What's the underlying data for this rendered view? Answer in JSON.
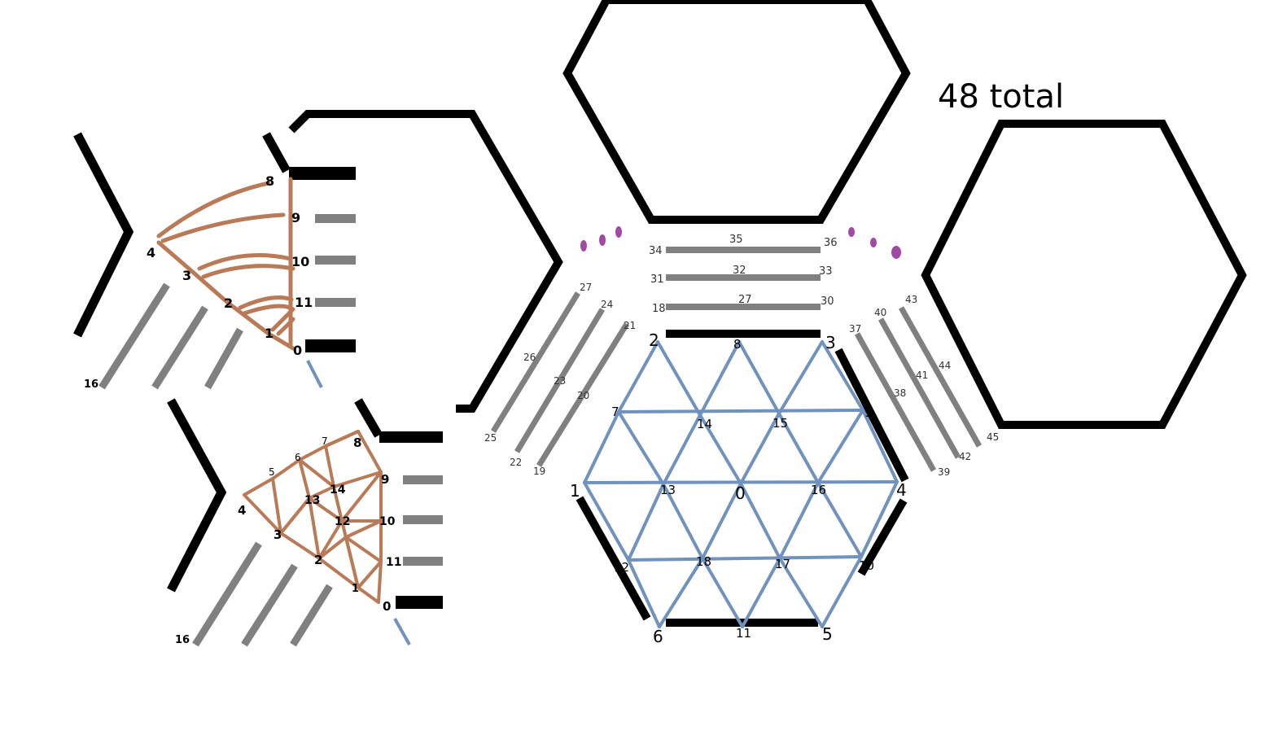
{
  "annotation": {
    "total_text": "48 total"
  },
  "colors": {
    "hex_outline": "#000000",
    "bar_gray": "#808080",
    "blue_line": "#7092be",
    "brown_line": "#b97a57",
    "purple_dot": "#a349a4"
  },
  "sketch_top": {
    "labels": [
      "8",
      "9",
      "4",
      "3",
      "10",
      "2",
      "11",
      "1",
      "0",
      "16"
    ]
  },
  "sketch_bottom": {
    "labels": [
      "7",
      "8",
      "6",
      "5",
      "9",
      "13",
      "14",
      "4",
      "3",
      "12",
      "10",
      "2",
      "11",
      "1",
      "0",
      "16"
    ]
  },
  "main_hex": {
    "vertex_labels": [
      "2",
      "3",
      "1",
      "4",
      "6",
      "5"
    ],
    "node_labels": [
      "8",
      "7",
      "14",
      "15",
      "9",
      "13",
      "0",
      "16",
      "12",
      "18",
      "17",
      "10",
      "11"
    ]
  },
  "bars_top": {
    "labels": [
      "34",
      "35",
      "36",
      "31",
      "32",
      "33",
      "18",
      "27",
      "30"
    ]
  },
  "bars_left": {
    "labels": [
      "27",
      "24",
      "21",
      "26",
      "23",
      "20",
      "25",
      "22",
      "19"
    ]
  },
  "bars_right": {
    "labels": [
      "43",
      "40",
      "37",
      "44",
      "41",
      "38",
      "45",
      "42",
      "39"
    ]
  }
}
